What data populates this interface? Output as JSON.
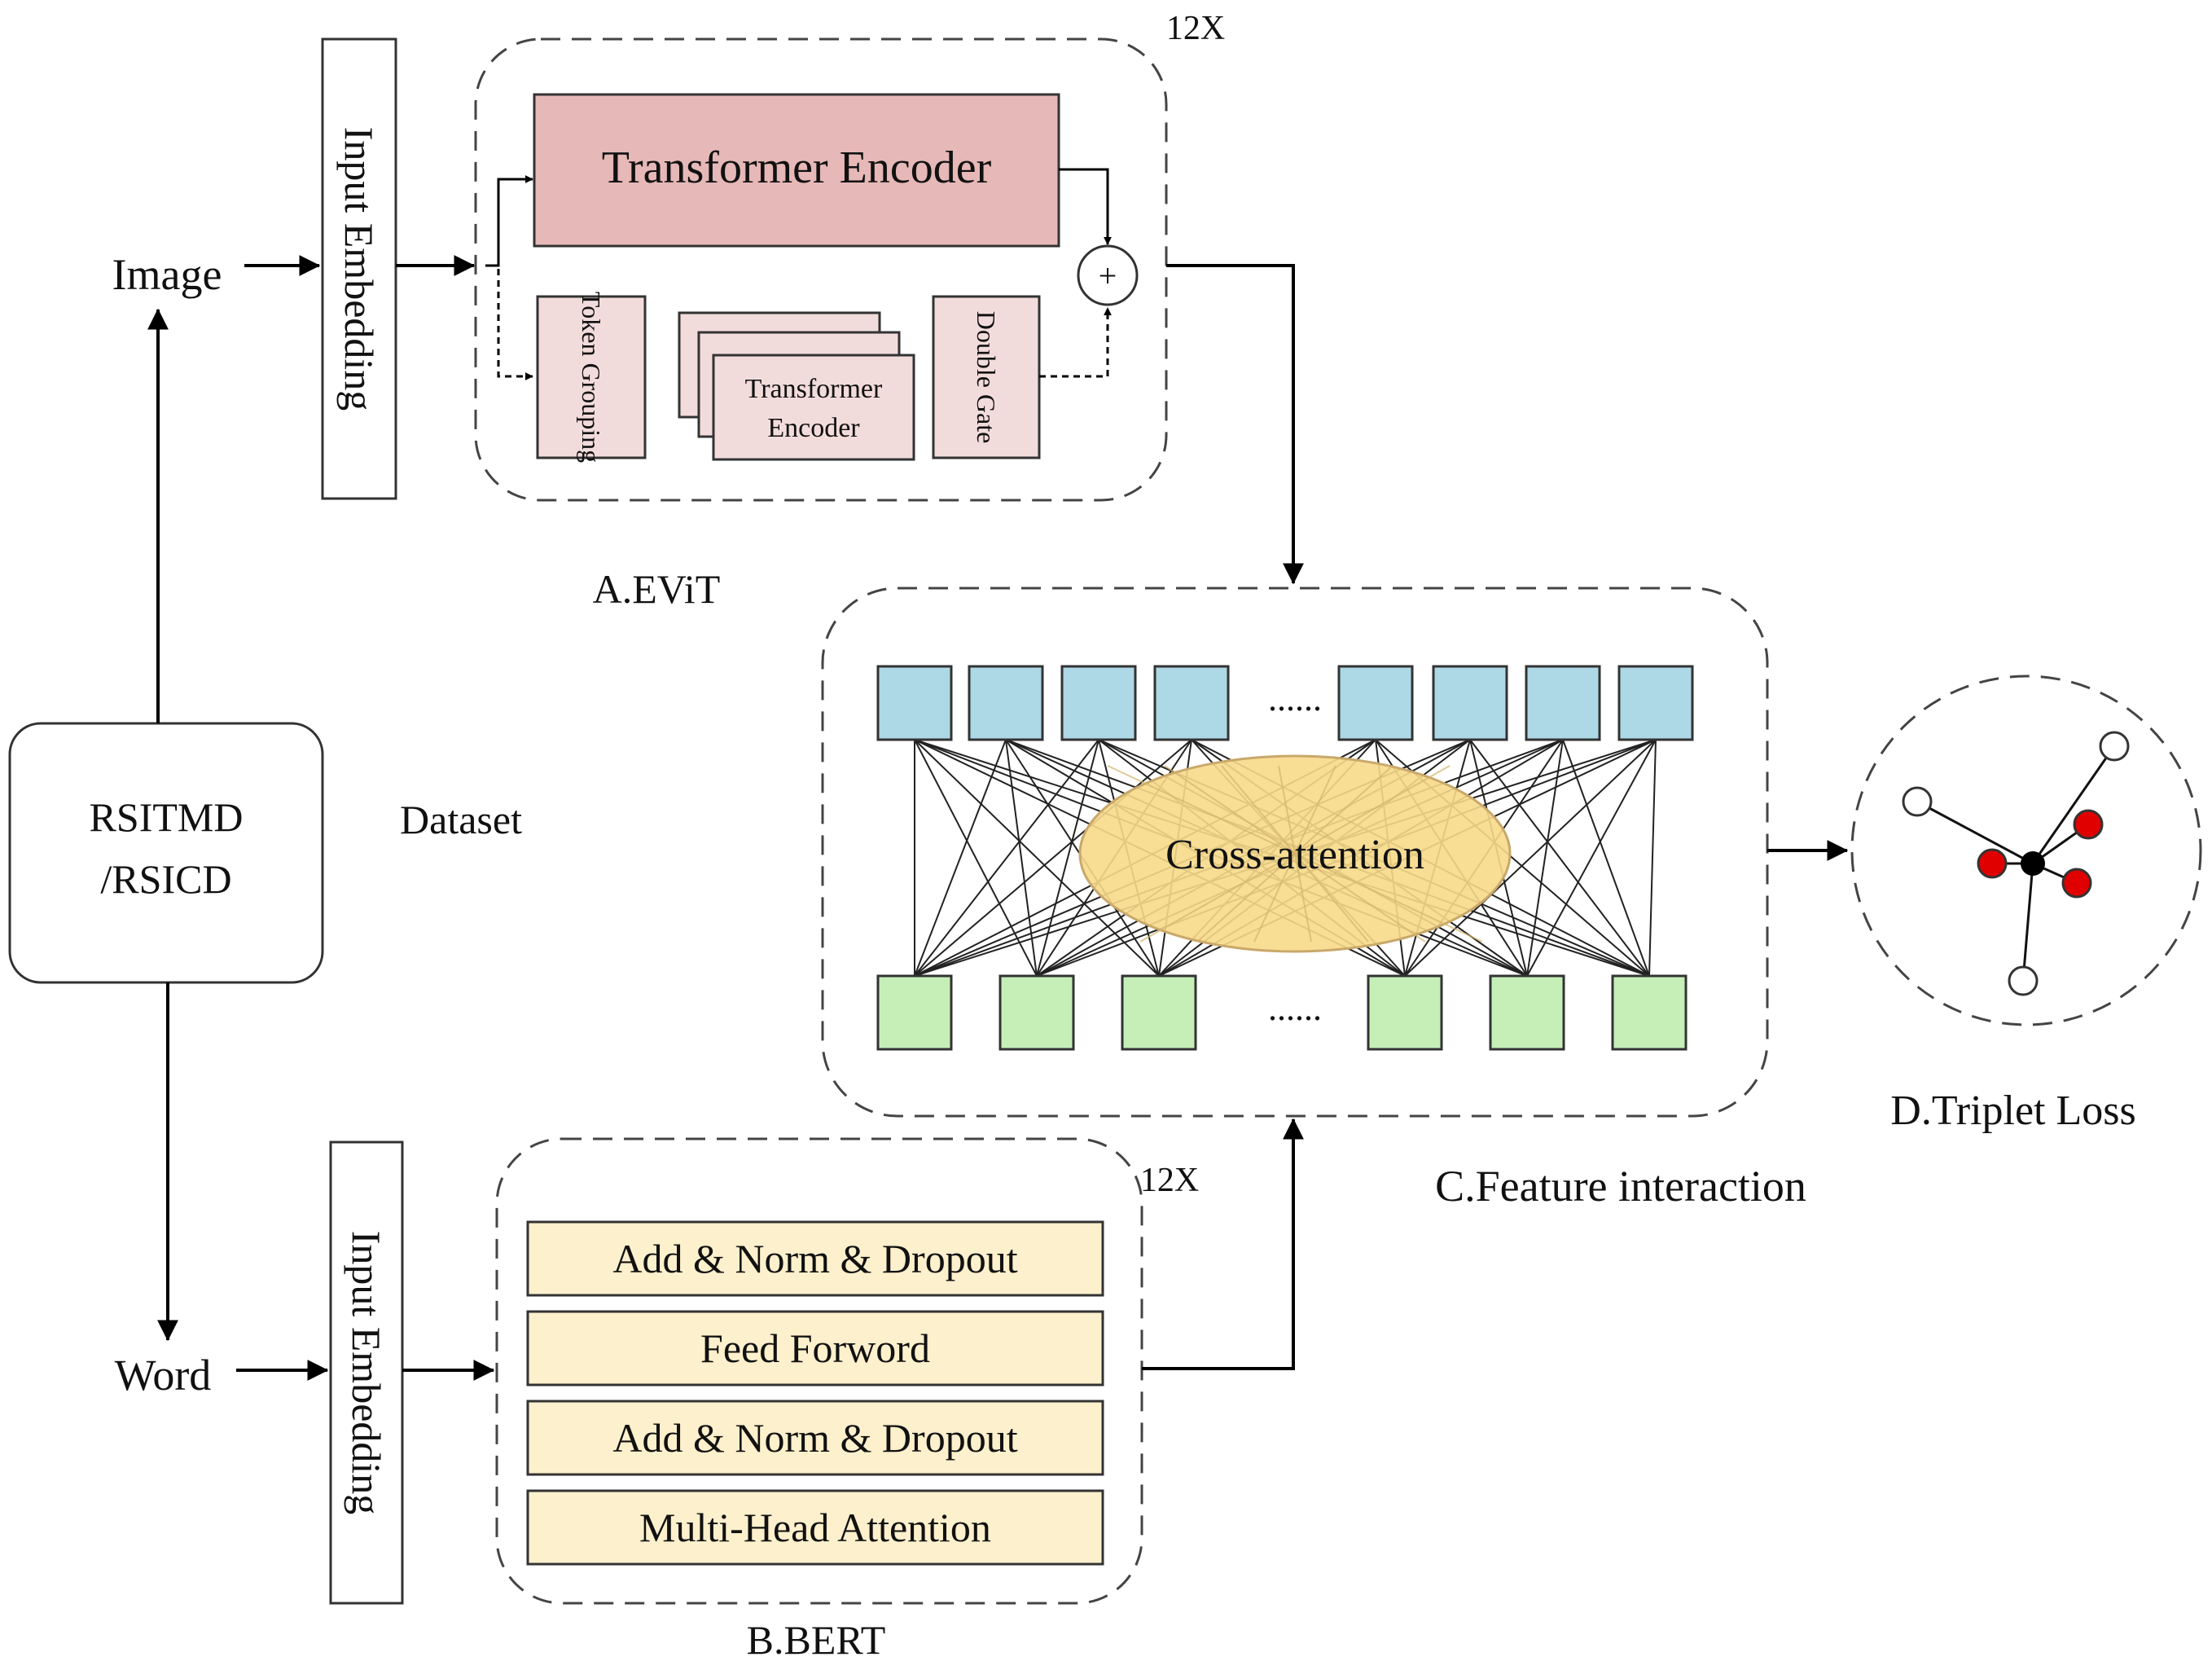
{
  "labels": {
    "image": "Image",
    "word": "Word",
    "dataset_box_line1": "RSITMD",
    "dataset_box_line2": "/RSICD",
    "dataset": "Dataset",
    "input_embedding": "Input Embedding",
    "repeat": "12X",
    "plus": "+",
    "ellipsis": "......"
  },
  "evit": {
    "caption": "A.EViT",
    "main_block": "Transformer Encoder",
    "token_grouping": "Token Grouping",
    "sub_encoder_line1": "Transformer",
    "sub_encoder_line2": "Encoder",
    "double_gate": "Double Gate"
  },
  "bert": {
    "caption": "B.BERT",
    "layers": [
      "Add & Norm & Dropout",
      "Feed Forword",
      "Add & Norm & Dropout",
      "Multi-Head Attention"
    ]
  },
  "interaction": {
    "caption": "C.Feature interaction",
    "center": "Cross-attention",
    "top_token_count": 9,
    "bottom_token_count": 7
  },
  "triplet": {
    "caption": "D.Triplet Loss"
  },
  "colors": {
    "encoder_fill": "#e6b8b7",
    "sub_fill": "#f2dcdb",
    "bert_fill": "#fdf0cc",
    "top_token_fill": "#add8e6",
    "bottom_token_fill": "#c6efb8",
    "ellipse_fill": "#f7d98a",
    "positive_red": "#e00000",
    "anchor_black": "#000000"
  }
}
